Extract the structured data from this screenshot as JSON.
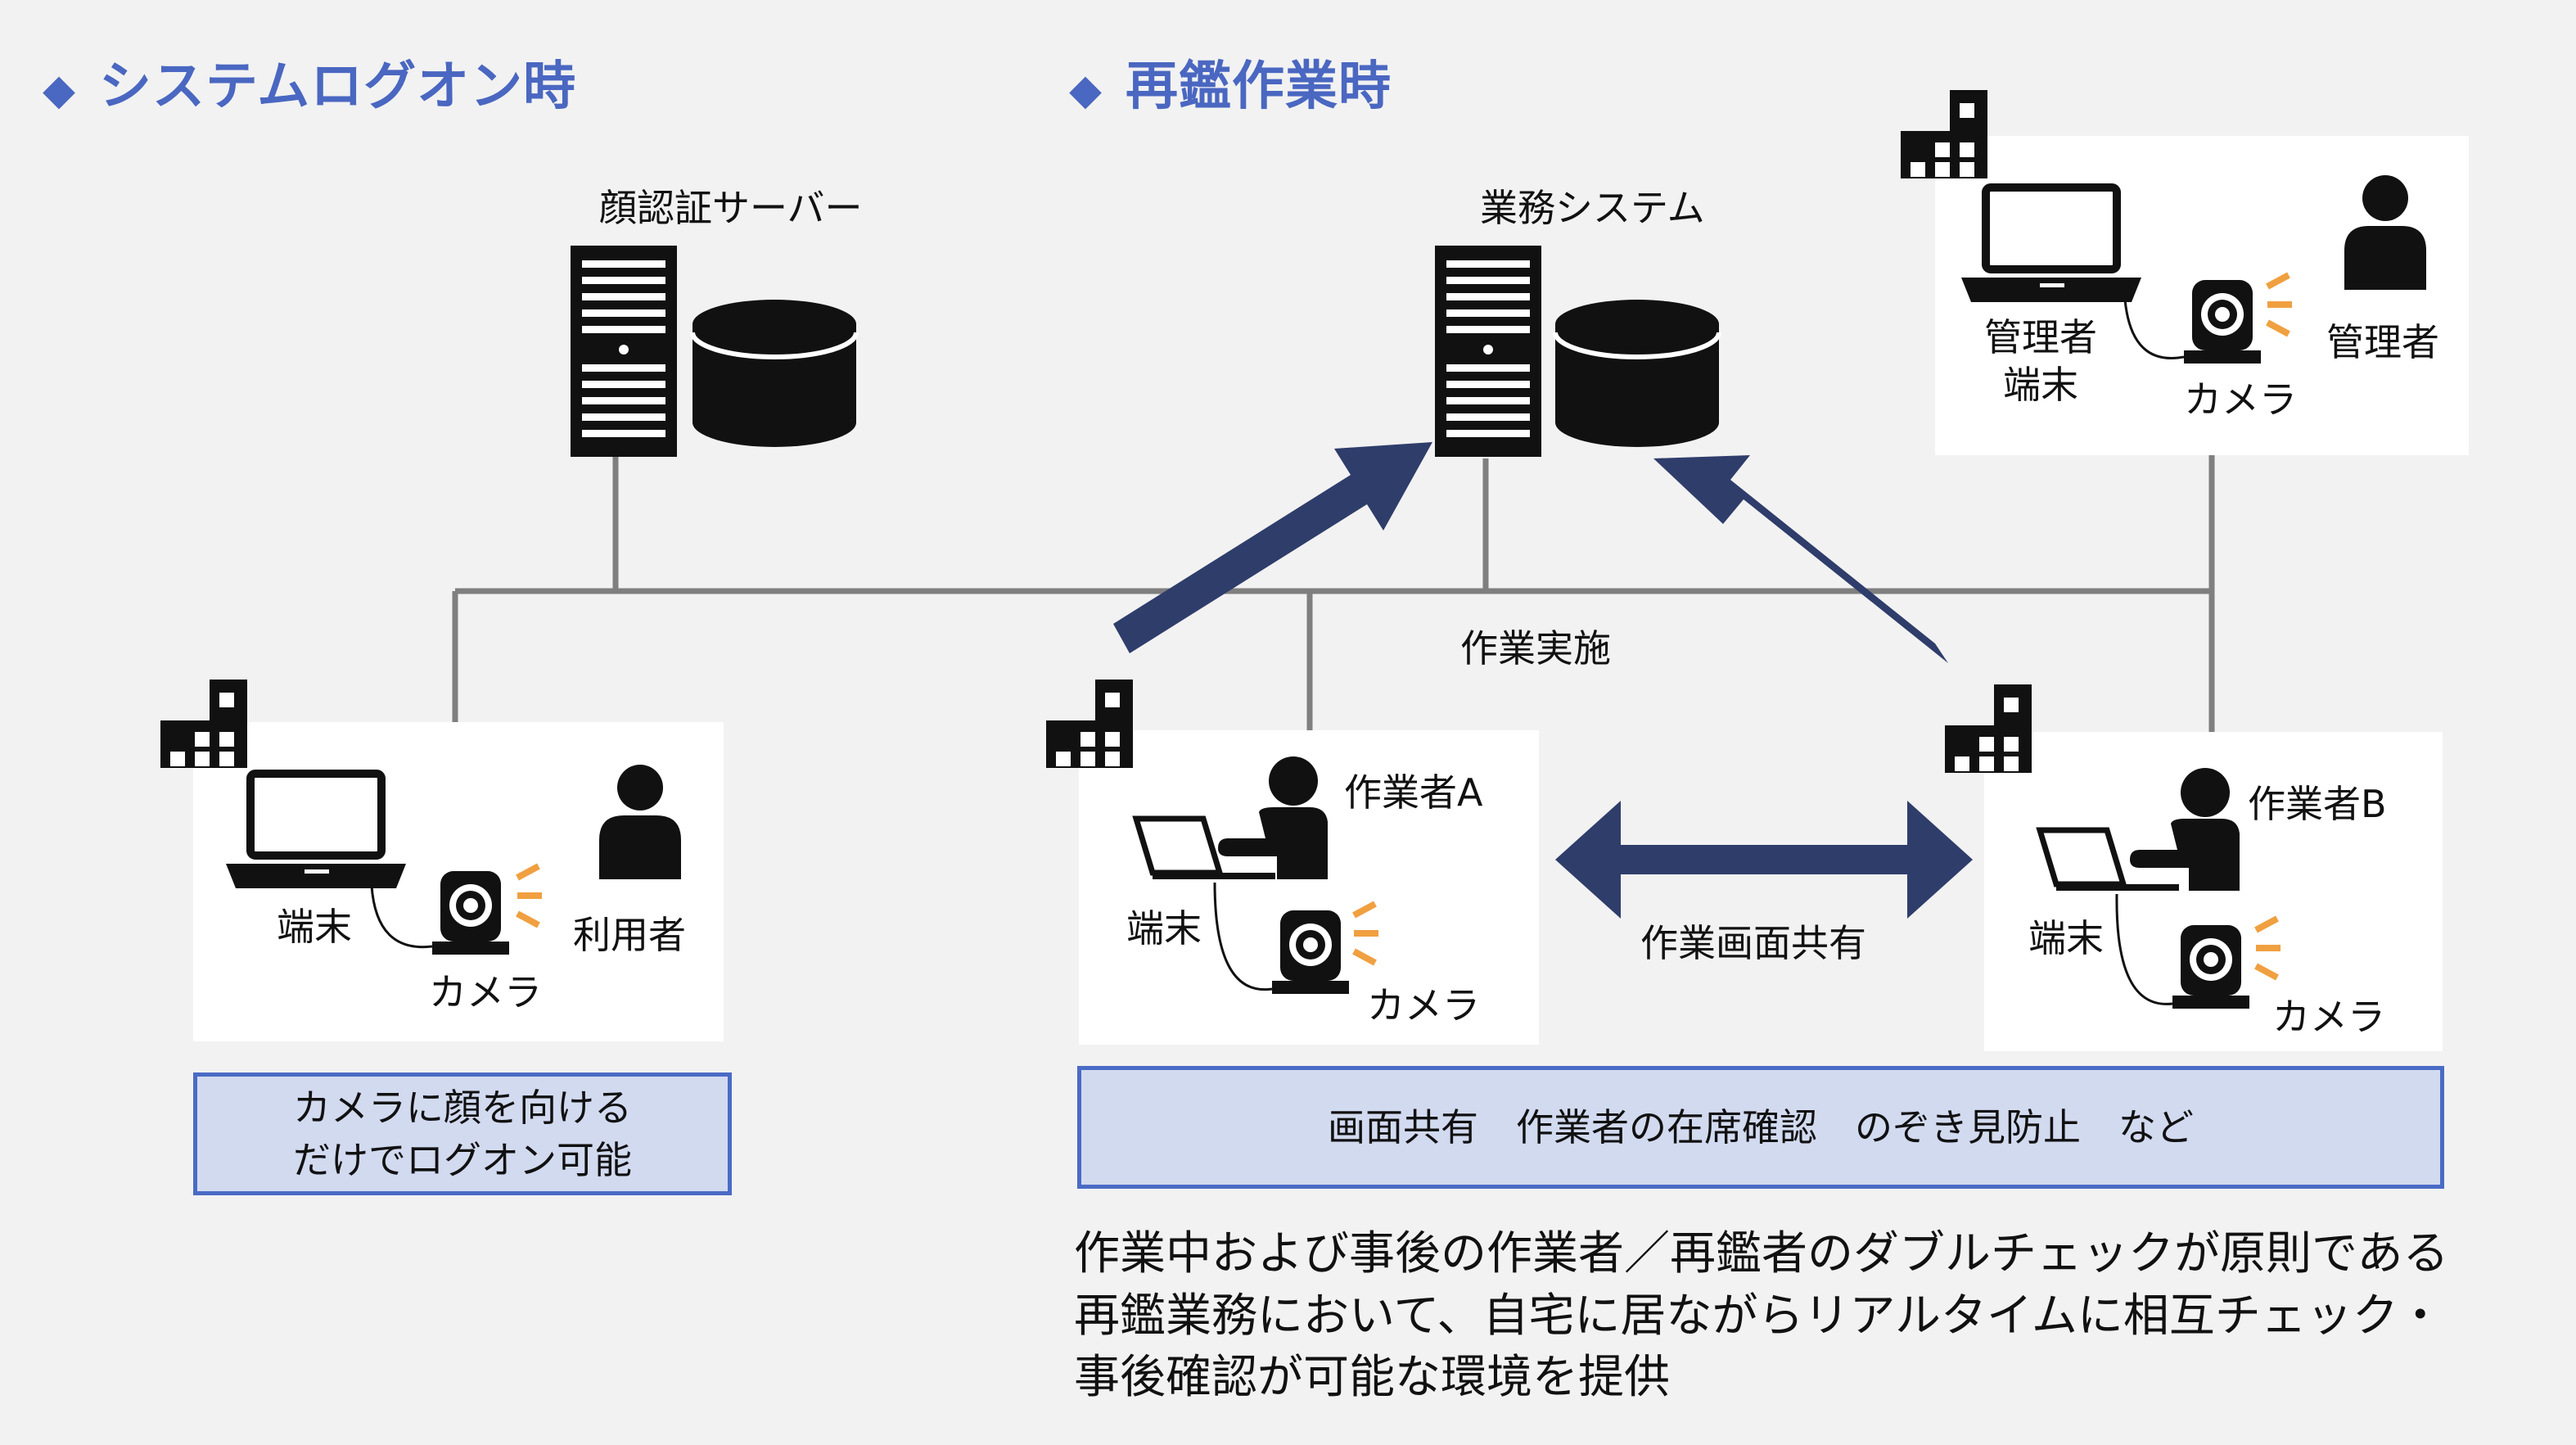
{
  "headings": {
    "logon": "システムログオン時",
    "recheck": "再鑑作業時",
    "bullet_icon": "diamond-icon"
  },
  "servers": {
    "face_auth": "顔認証サーバー",
    "business_system": "業務システム"
  },
  "logon_panel": {
    "terminal": "端末",
    "camera": "カメラ",
    "user": "利用者",
    "note_line1": "カメラに顔を向ける",
    "note_line2": "だけでログオン可能"
  },
  "admin_panel": {
    "terminal_line1": "管理者",
    "terminal_line2": "端末",
    "camera": "カメラ",
    "admin": "管理者"
  },
  "worker_a_panel": {
    "worker": "作業者A",
    "terminal": "端末",
    "camera": "カメラ"
  },
  "worker_b_panel": {
    "worker": "作業者B",
    "terminal": "端末",
    "camera": "カメラ"
  },
  "flows": {
    "work_execution": "作業実施",
    "screen_share": "作業画面共有"
  },
  "recheck_note": "画面共有　作業者の在席確認　のぞき見防止　など",
  "description": {
    "line1": "作業中および事後の作業者／再鑑者のダブルチェックが原則である",
    "line2": "再鑑業務において、自宅に居ながらリアルタイムに相互チェック・",
    "line3": "事後確認が可能な環境を提供"
  },
  "colors": {
    "heading": "#4a67c1",
    "arrow": "#2f3d6b",
    "note_fill": "#d2daf0",
    "note_border": "#4a6bc5",
    "camera_signal": "#f0a040",
    "network_line": "#7f7f7f"
  }
}
